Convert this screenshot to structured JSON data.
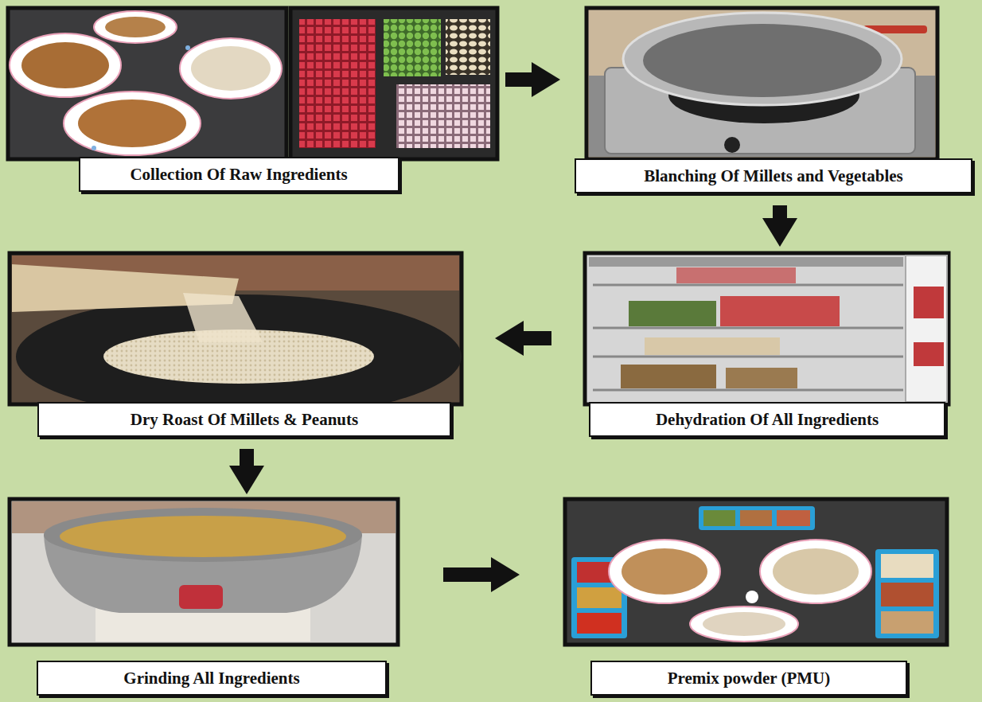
{
  "diagram": {
    "nodes": [
      {
        "text": [
          "Collection Of Raw Ingredients"
        ]
      },
      {
        "text": [
          "Blanching Of Millets and Vegetables"
        ]
      },
      {
        "text": [
          "Dry Roast Of Millets & Peanuts"
        ]
      },
      {
        "text": [
          "Dehydration Of All Ingredients"
        ]
      },
      {
        "text": [
          "Grinding All Ingredients"
        ]
      },
      {
        "text": [
          "Premix powder (PMU)"
        ]
      }
    ],
    "edges": [
      {
        "from": 0,
        "to": 1,
        "arrow": "to"
      },
      {
        "from": 1,
        "to": 3,
        "arrow": "to"
      },
      {
        "from": 3,
        "to": 2,
        "arrow": "to"
      },
      {
        "from": 2,
        "to": 4,
        "arrow": "to"
      },
      {
        "from": 4,
        "to": 5,
        "arrow": "to"
      }
    ]
  }
}
